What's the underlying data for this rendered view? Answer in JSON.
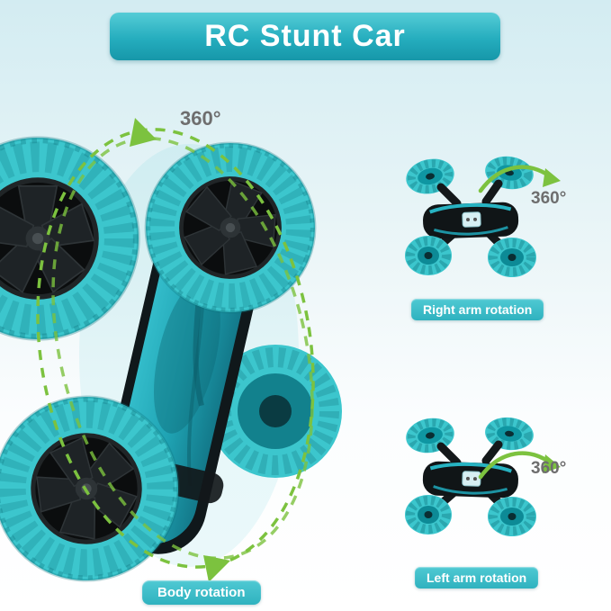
{
  "banner": {
    "title": "RC Stunt Car"
  },
  "main_feature": {
    "rotation_label": "360°",
    "badge_label": "Body rotation"
  },
  "features": [
    {
      "id": "right-arm",
      "rotation_label": "360°",
      "badge_label": "Right arm rotation"
    },
    {
      "id": "left-arm",
      "rotation_label": "360°",
      "badge_label": "Left arm rotation"
    }
  ],
  "colors": {
    "banner_teal": "#25adbe",
    "badge_teal": "#3bbcc6",
    "arrow_green": "#7cc23f",
    "tire_teal": "#3cc6cd",
    "degree_text": "#6e6e6e",
    "background_top": "#d3ecf2"
  },
  "icons": [
    {
      "name": "rotation-ellipse-icon",
      "meaning": "dashed 360 rotation path around car"
    },
    {
      "name": "rotation-arrow-icon",
      "meaning": "curved green 360 rotation arrow"
    }
  ]
}
